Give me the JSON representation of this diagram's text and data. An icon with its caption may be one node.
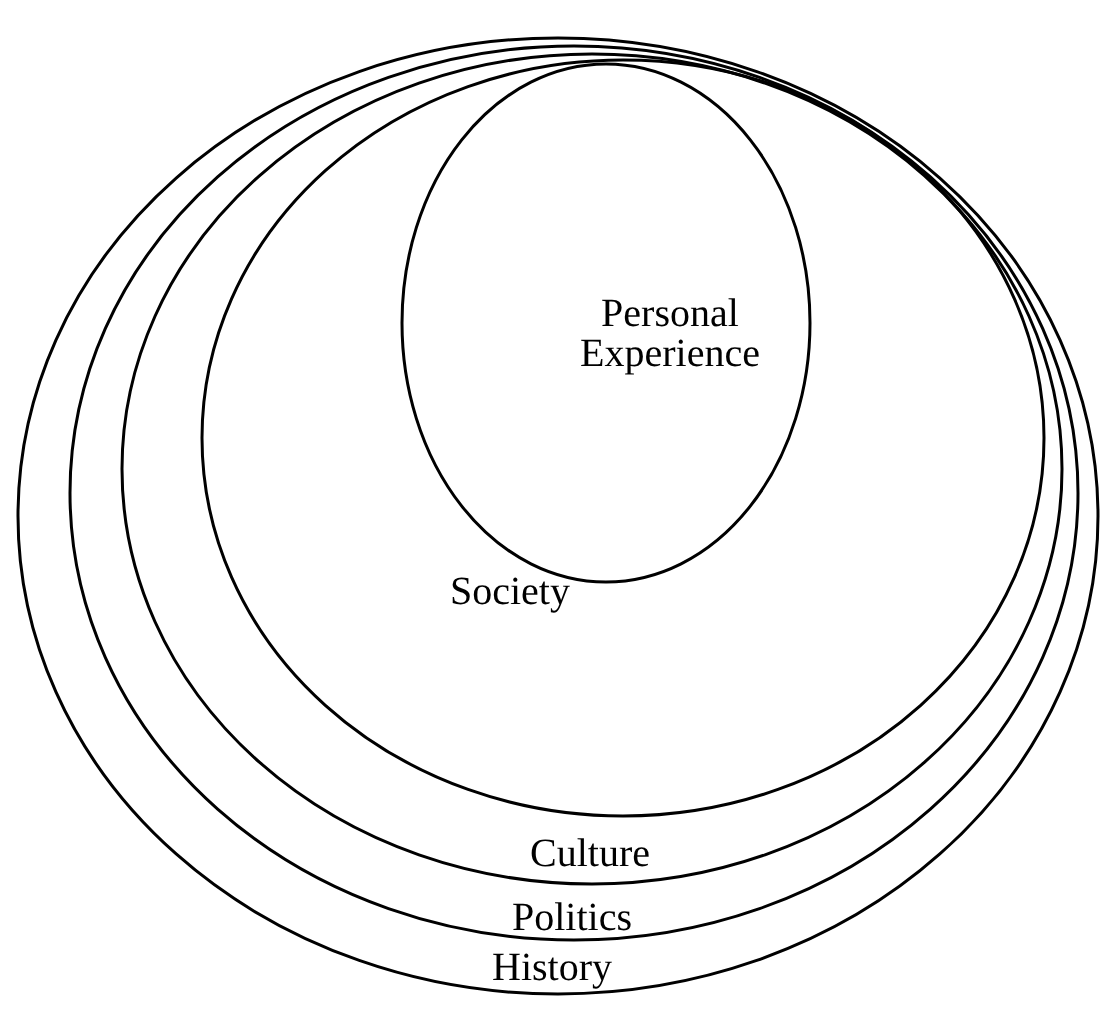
{
  "diagram": {
    "nodes": [
      {
        "text": [
          "History"
        ]
      },
      {
        "text": [
          "Politics"
        ],
        "in": 0
      },
      {
        "text": [
          "Culture"
        ],
        "in": 1
      },
      {
        "text": [
          "Society"
        ],
        "in": 2
      },
      {
        "text": [
          "Personal Experience"
        ],
        "in": 3
      }
    ]
  }
}
